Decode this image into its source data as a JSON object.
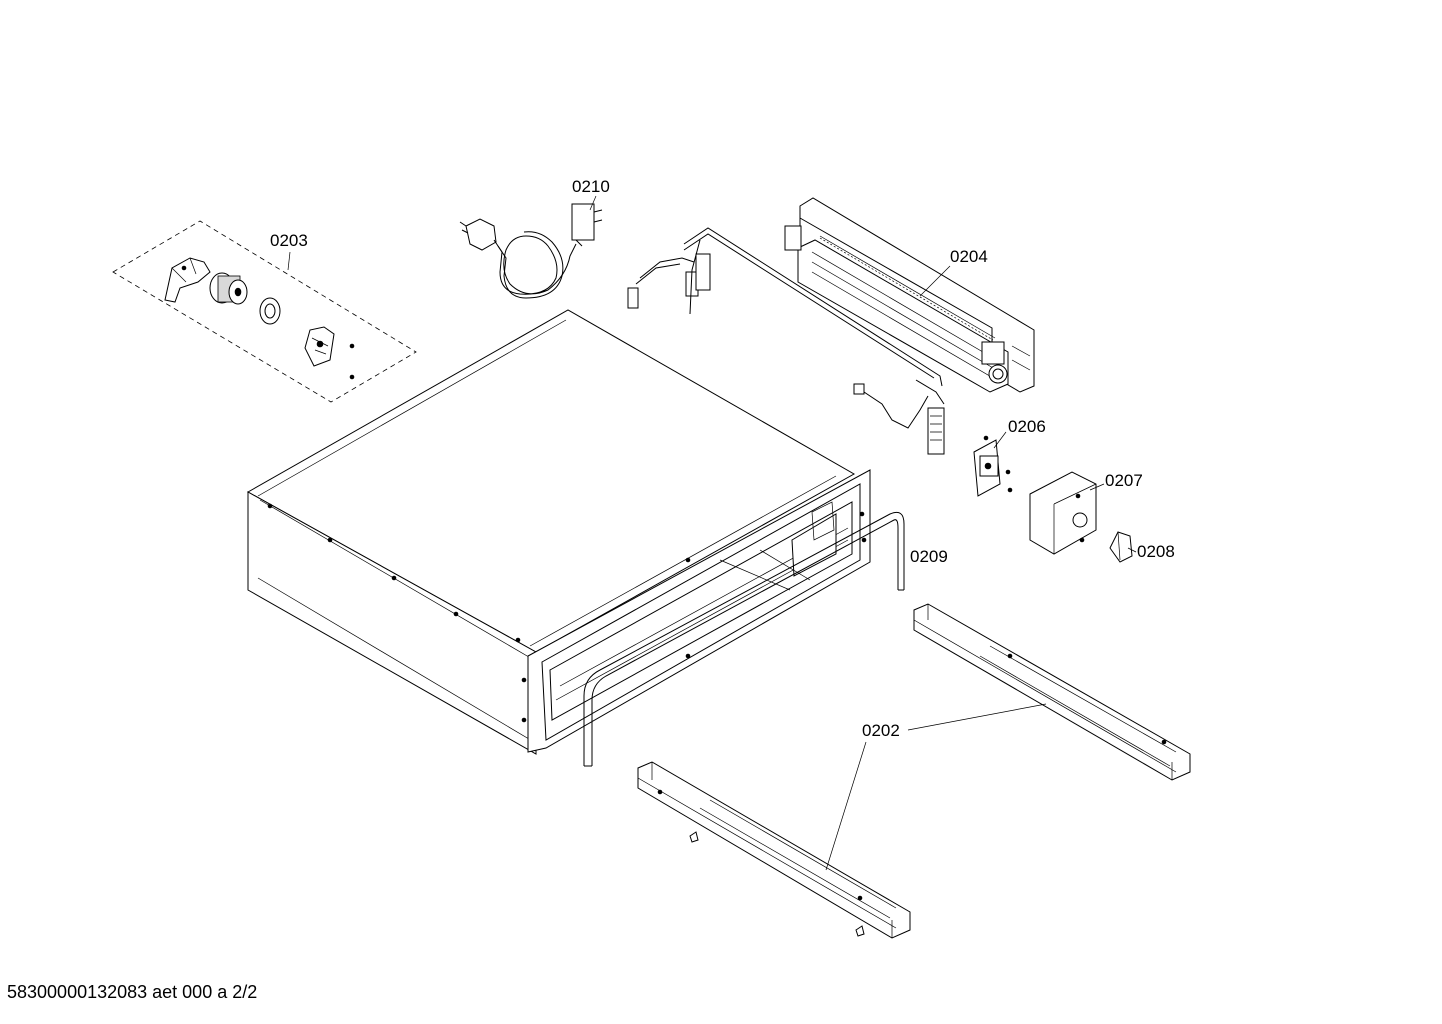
{
  "drawing": {
    "footer_text": "58300000132083 aet 000 a 2/2"
  },
  "callouts": [
    {
      "id": "0210",
      "text": "0210"
    },
    {
      "id": "0203",
      "text": "0203"
    },
    {
      "id": "0204",
      "text": "0204"
    },
    {
      "id": "0206",
      "text": "0206"
    },
    {
      "id": "0207",
      "text": "0207"
    },
    {
      "id": "0208",
      "text": "0208"
    },
    {
      "id": "0209",
      "text": "0209"
    },
    {
      "id": "0202",
      "text": "0202"
    }
  ]
}
